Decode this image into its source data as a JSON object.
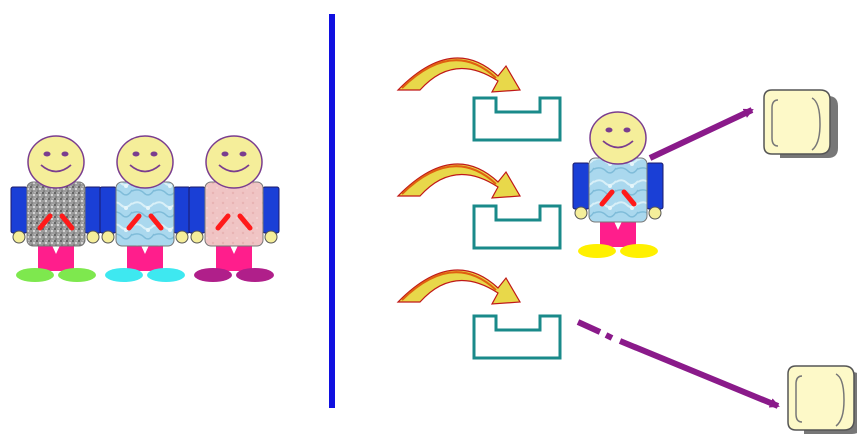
{
  "colors": {
    "background": "#ffffff",
    "divider": "#1010e0",
    "face_fill": "#f5ee9a",
    "face_stroke": "#7a3d8f",
    "arm": "#1a3fd6",
    "hand": "#f5ee9a",
    "legs": "#ff1e8c",
    "mouth_marks": "#ff1a1a",
    "curved_arrow_fill": "#e8d84a",
    "curved_arrow_edge": "#e06010",
    "curved_arrow_outline": "#c01818",
    "slot_stroke": "#1a8a8a",
    "pointer_arrow": "#8a1a8a",
    "seat_fill": "#fdf9c8",
    "seat_shadow": "#777777"
  },
  "left_group": {
    "figures": [
      {
        "body_texture": "granite-gray",
        "body_color": "#9a9a9a",
        "shoe_color": "#7ee84e"
      },
      {
        "body_texture": "marble-blue",
        "body_color": "#a8d6ea",
        "shoe_color": "#3ee8f0"
      },
      {
        "body_texture": "pink",
        "body_color": "#f0c4c4",
        "shoe_color": "#b01f8a"
      }
    ]
  },
  "right_group": {
    "slots": 3,
    "curved_arrows": 3,
    "active_figure": {
      "body_texture": "marble-blue",
      "body_color": "#a8d6ea",
      "shoe_color": "#fff000"
    },
    "pointer_arrows": [
      {
        "style": "solid",
        "target": "seat-top"
      },
      {
        "style": "dash-dot",
        "target": "seat-bottom"
      }
    ],
    "seats": 2
  },
  "icons": [
    "smiley-figure-icon",
    "curved-arrow-icon",
    "slot-icon",
    "seat-icon",
    "pointer-arrow-icon"
  ]
}
